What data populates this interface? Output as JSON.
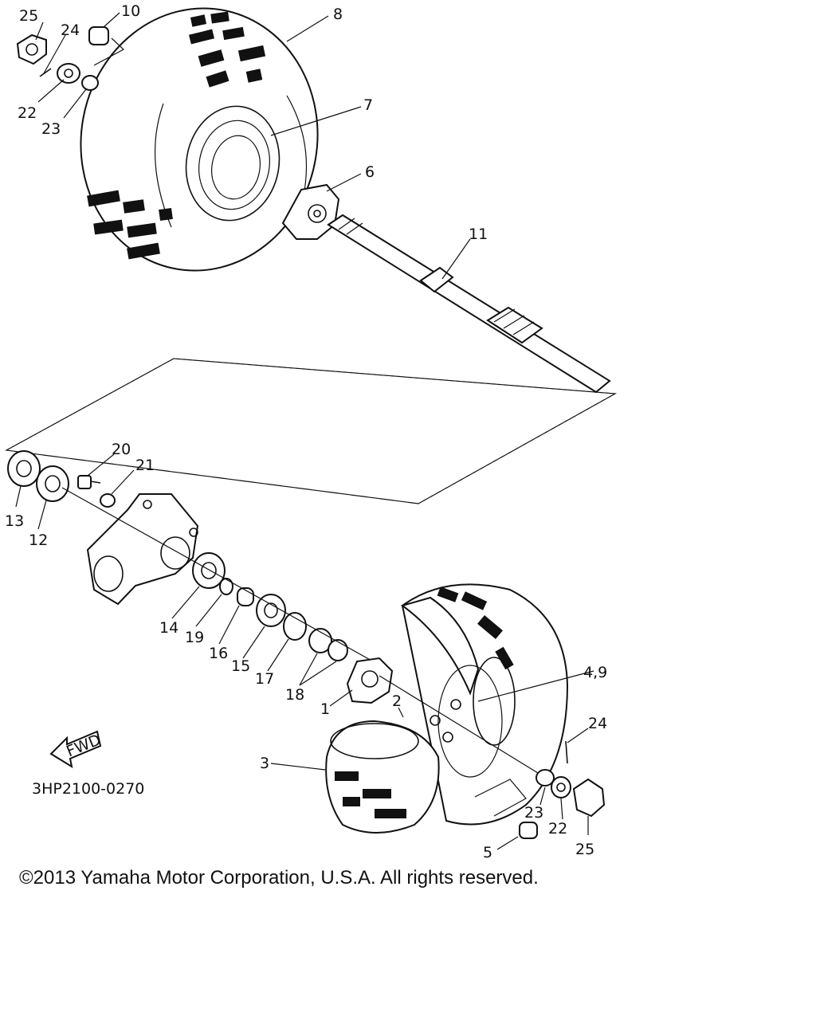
{
  "diagram": {
    "callouts": {
      "c1": "1",
      "c2": "2",
      "c3": "3",
      "c4_9": "4,9",
      "c5": "5",
      "c6": "6",
      "c7": "7",
      "c8": "8",
      "c10": "10",
      "c11": "11",
      "c12": "12",
      "c13": "13",
      "c14": "14",
      "c15": "15",
      "c16": "16",
      "c17": "17",
      "c18": "18",
      "c19": "19",
      "c20": "20",
      "c21": "21",
      "c22_top": "22",
      "c23_top": "23",
      "c24_top": "24",
      "c25_top": "25",
      "c22_bottom": "22",
      "c23_bottom": "23",
      "c24_bottom": "24",
      "c25_bottom": "25"
    },
    "fwd_label": "FWD",
    "drawing_code": "3HP2100-0270"
  },
  "footer": {
    "copyright": "©2013 Yamaha Motor Corporation, U.S.A. All rights reserved."
  }
}
